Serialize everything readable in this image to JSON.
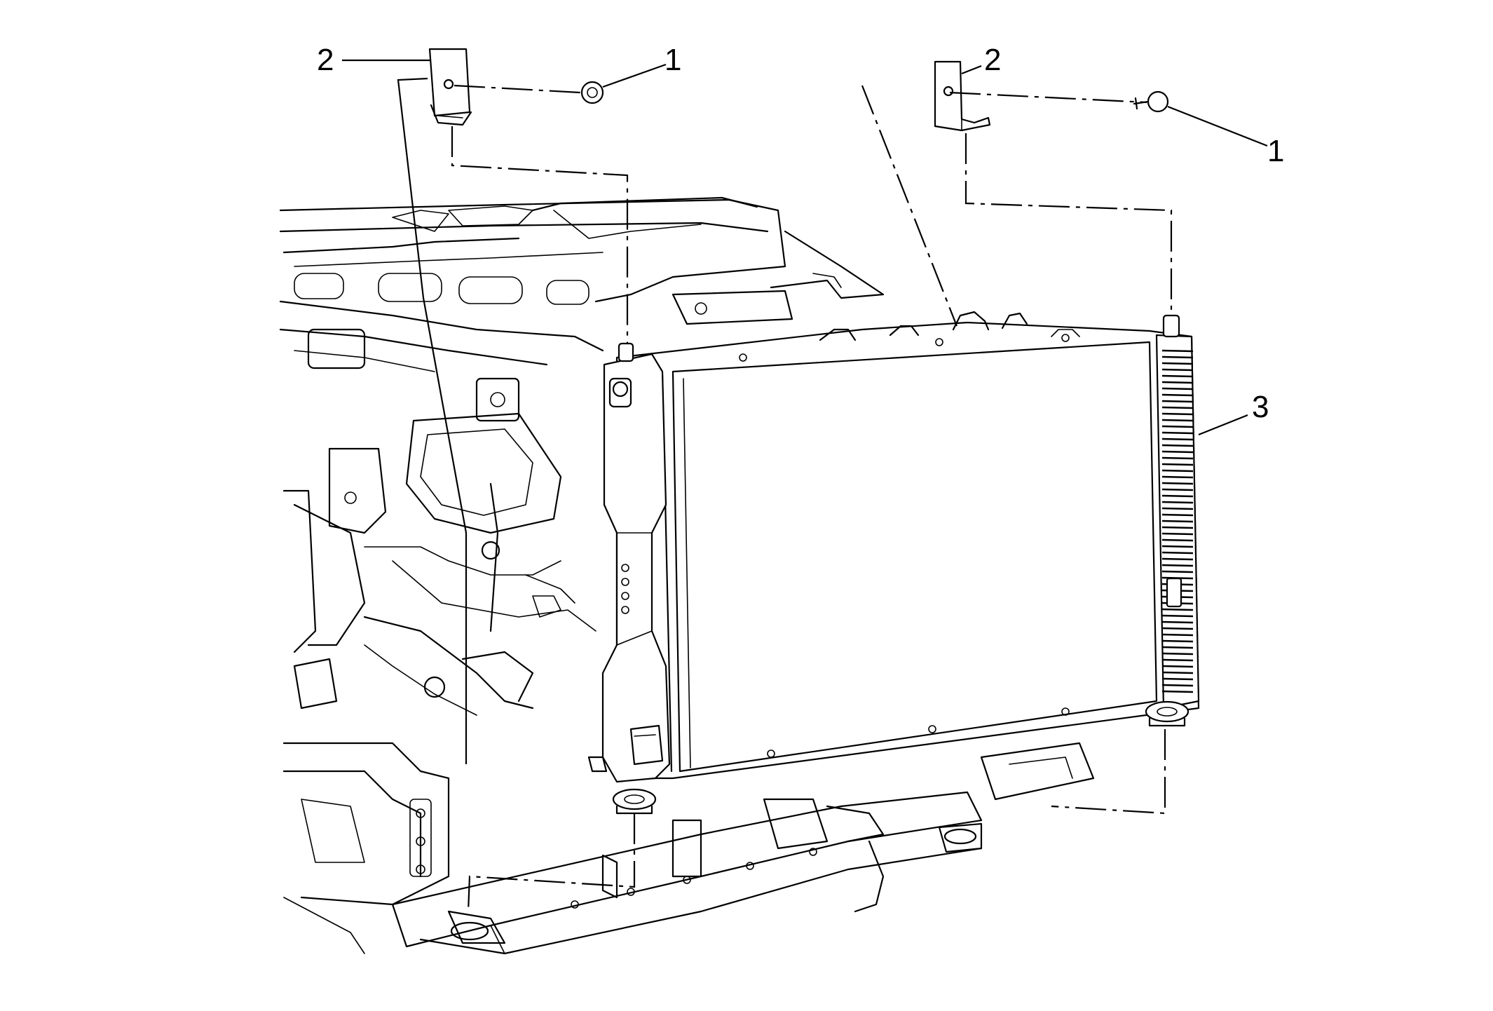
{
  "callouts": [
    {
      "id": "nut",
      "label": "1"
    },
    {
      "id": "bracket-left",
      "label": "2"
    },
    {
      "id": "bracket-right",
      "label": "2"
    },
    {
      "id": "bolt",
      "label": "1"
    },
    {
      "id": "radiator",
      "label": "3"
    }
  ]
}
